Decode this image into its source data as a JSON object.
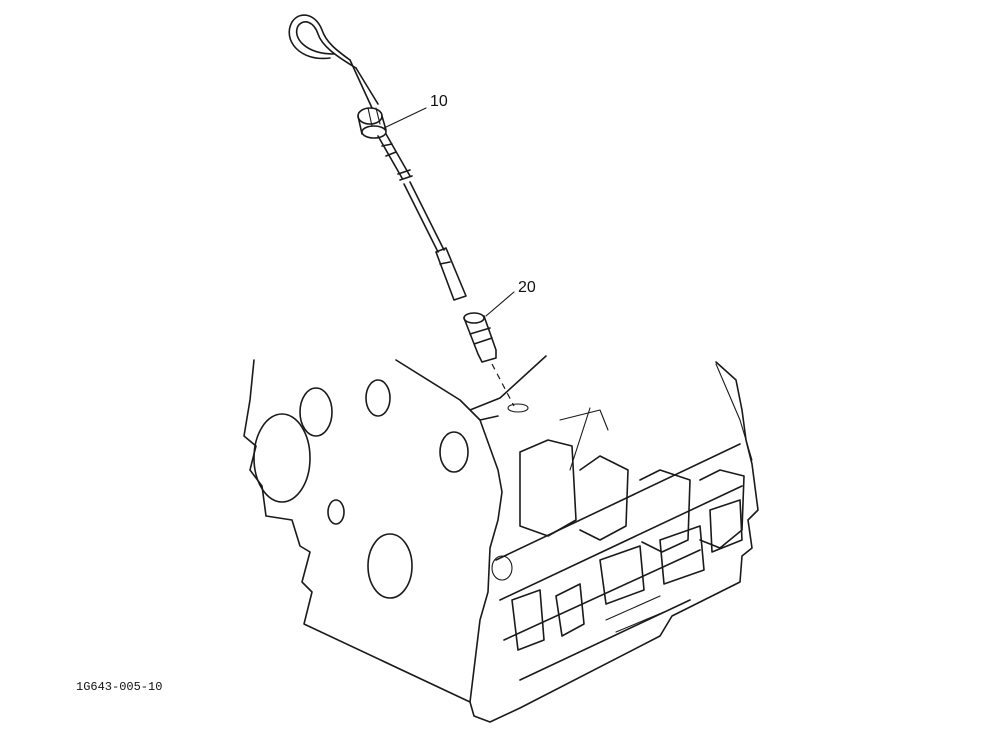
{
  "diagram": {
    "callouts": [
      {
        "id": "callout-10",
        "text": "10"
      },
      {
        "id": "callout-20",
        "text": "20"
      }
    ],
    "figure_code": "1G643-005-10"
  },
  "colors": {
    "ink": "#1a1a1a",
    "background": "#ffffff"
  }
}
